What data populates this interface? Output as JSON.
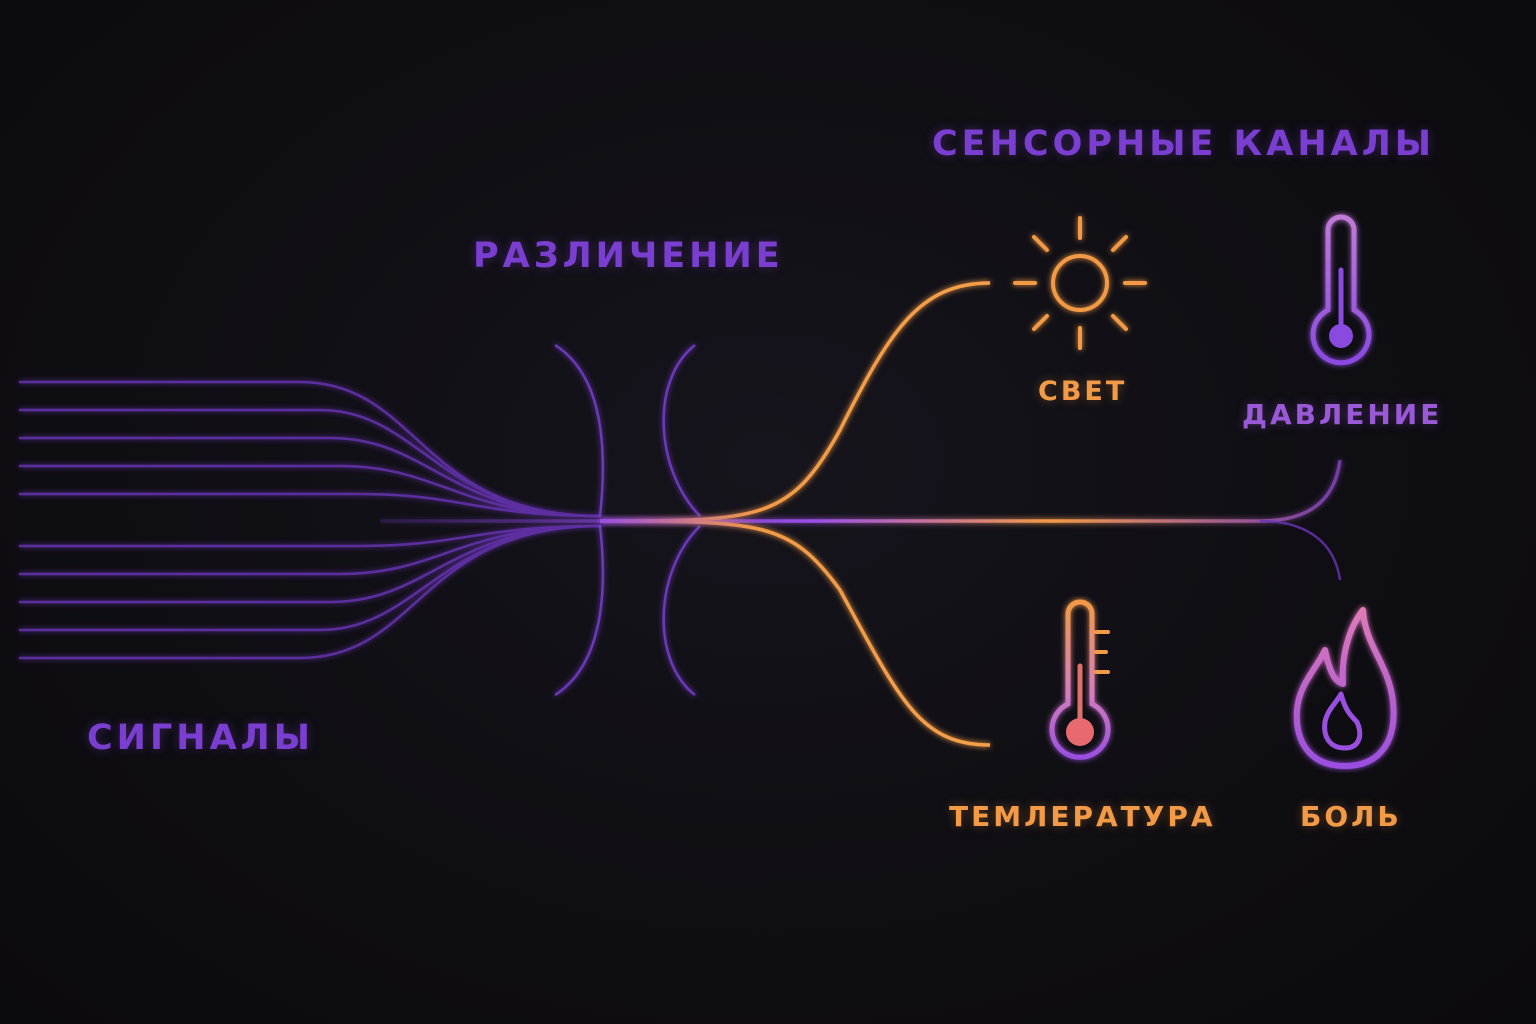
{
  "labels": {
    "channels": "СЕНСОРНЫЕ КАНАЛЫ",
    "distinction": "РАЗЛИЧЕНИЕ",
    "signals": "СИГНАЛЫ",
    "light": "СВЕТ",
    "pressure": "ДАВЛЕНИЕ",
    "temperature": "ТЕМЛЕРАТУРА",
    "pain": "БОЛЬ"
  },
  "icons": {
    "light": "sun-icon",
    "pressure": "thermometer-icon",
    "temperature": "thermometer-scale-icon",
    "pain": "flame-icon"
  },
  "colors": {
    "purple": "#7a3fd0",
    "violet": "#9a4fe0",
    "orange": "#f29a45",
    "background": "#0e0d12"
  }
}
